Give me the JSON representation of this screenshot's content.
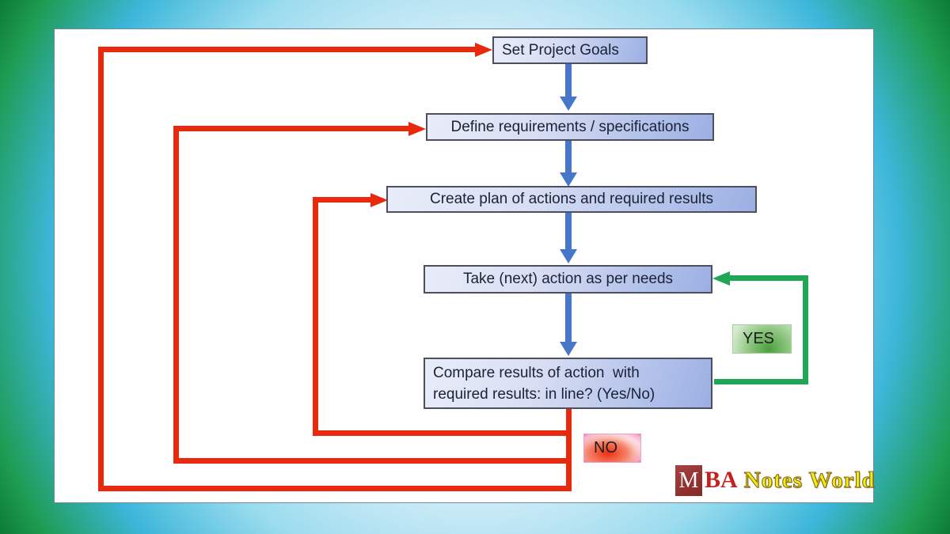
{
  "boxes": {
    "b1": {
      "label": "Set Project Goals"
    },
    "b2": {
      "label": "Define requirements / specifications"
    },
    "b3": {
      "label": "Create plan of actions and required results"
    },
    "b4": {
      "label": "Take (next) action as per needs"
    },
    "b5": {
      "line1": "Compare results of action  with",
      "line2": "required results: in line? (Yes/No)"
    }
  },
  "badges": {
    "yes": "YES",
    "no": "NO"
  },
  "logo": {
    "m": "M",
    "ba": "BA",
    "name": "Notes World"
  },
  "colors": {
    "line_red": "#e8290d",
    "line_green": "#1fa656",
    "arrow_blue": "#4677c8",
    "box_fill_light": "#e9edf9",
    "box_fill_dark": "#9cafe2",
    "box_border": "#4d4f61",
    "box_text": "#1b2136",
    "yes_green": "#4d9f3f",
    "no_red": "#ee2e12",
    "bg_center": "#e8f4fc",
    "bg_cyan": "#3cb6d9",
    "bg_corner_green": "#0e7a33",
    "logo_maroon": "#92312f",
    "logo_crimson": "#c42020",
    "logo_yellow": "#efed14"
  },
  "connections": [
    {
      "from": "Set Project Goals",
      "to": "Define requirements / specifications",
      "type": "forward",
      "color": "blue"
    },
    {
      "from": "Define requirements / specifications",
      "to": "Create plan of actions and required results",
      "type": "forward",
      "color": "blue"
    },
    {
      "from": "Create plan of actions and required results",
      "to": "Take (next) action as per needs",
      "type": "forward",
      "color": "blue"
    },
    {
      "from": "Take (next) action as per needs",
      "to": "Compare results of action with required results: in line? (Yes/No)",
      "type": "forward",
      "color": "blue"
    },
    {
      "from": "Compare results of action with required results: in line? (Yes/No)",
      "to": "Take (next) action as per needs",
      "label": "YES",
      "color": "green"
    },
    {
      "from": "Compare results of action with required results: in line? (Yes/No)",
      "to": "Create plan of actions and required results",
      "label": "NO",
      "color": "red"
    },
    {
      "from": "Compare results of action with required results: in line? (Yes/No)",
      "to": "Define requirements / specifications",
      "label": "NO",
      "color": "red"
    },
    {
      "from": "Compare results of action with required results: in line? (Yes/No)",
      "to": "Set Project Goals",
      "label": "NO",
      "color": "red"
    }
  ]
}
